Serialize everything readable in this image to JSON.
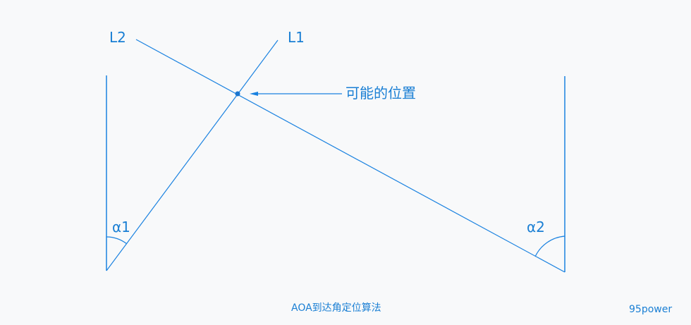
{
  "diagram": {
    "title": "AOA到达角定位算法",
    "watermark": "95power",
    "colors": {
      "line": "#1a82e0",
      "text": "#1a7fd4",
      "background": "#f8f9fa"
    },
    "lines": {
      "l1_label": "L1",
      "l2_label": "L2"
    },
    "angles": {
      "alpha1_label": "α1",
      "alpha2_label": "α2"
    },
    "intersection": {
      "label": "可能的位置"
    }
  }
}
